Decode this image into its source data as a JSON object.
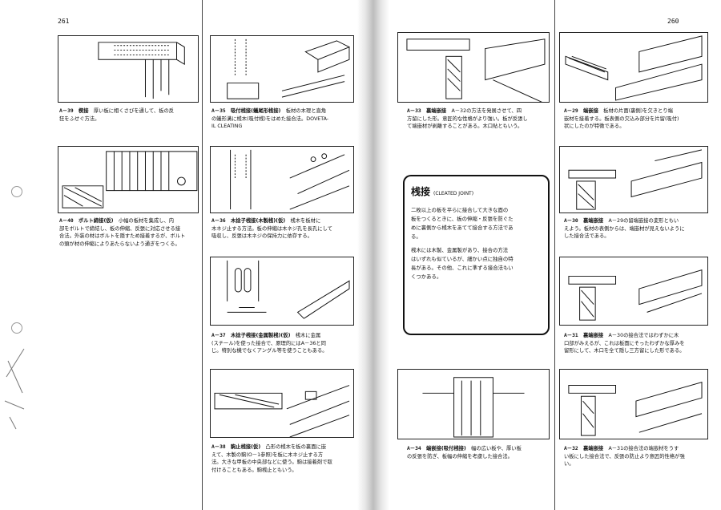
{
  "pages": {
    "left_number": "261",
    "right_number": "260"
  },
  "captions": {
    "a39": {
      "code": "A－39",
      "title": "楔接",
      "text": "厚い板に相くさびを通して、板の反\n狂をふせぐ方法。"
    },
    "a40": {
      "code": "A－40",
      "title": "ボルト締接(仮)",
      "text": "小幅の板材を集成し、内\n部をボルトで締結し、板の伸縮、反張に対応させる接\n合法。外装の材はボルトを隠すため接着するが、ボルト\nの頭が材の伸縮によりあたらないよう通ぎをつくる。"
    },
    "a35": {
      "code": "A－35",
      "title": "吸付桟接(蟻尾形桟接)",
      "text": "板材の木理と直角\nの蟻形溝に桟木(吸付桟)をはめた接合法。DOVETA-\nIL CLEATING"
    },
    "a36": {
      "code": "A－36",
      "title": "木捻子桟接(木製桟)(仮)",
      "text": "桟木を板材に\n木ネジ止する方法。板の伸縮は木ネジ孔を長孔にして\n吸収し、反張は木ネジの保持力に依存する。"
    },
    "a37": {
      "code": "A－37",
      "title": "木捻子桟接(金属製桟)(仮)",
      "text": "桟木に金属\n(スチール)を使った接合で、原理的にはA－36と同\nじ。特別な機でなくアングル等を使うこともある。"
    },
    "a38": {
      "code": "A－38",
      "title": "駒止桟接(仮)",
      "text": "凸形の桟木を板の裏面に嵌\nえて、木製の駒(O－1参照)を板に木ネジ止する方\n法。大きな甲板の中央部などに使う。駒は接着剤で取\n付けることもある。駒桟止ともいう。"
    },
    "a33": {
      "code": "A－33",
      "title": "裏端嵌接",
      "text": "A－32の方法を発展させて、四\n方留にした形。意匠的な性格がより強い。板が反張し\nて端嵌材が剥離することがある。木口貼ともいう。"
    },
    "a29": {
      "code": "A－29",
      "title": "端嵌接",
      "text": "板材の片面(裏側)を欠きとり端\n嵌材を接着する。板表側の欠込み部分を片留(吸付)\n状にしたのが特徴である。"
    },
    "a30": {
      "code": "A－30",
      "title": "裏端嵌接",
      "text": "A－29の留端嵌接の変形ともい\nえよう。板材の表側からは、端嵌材が見えないように\nした接合法である。"
    },
    "a31": {
      "code": "A－31",
      "title": "裏端嵌接",
      "text": "A－30の接合法ではわずかに木\n口部がみえるが、これは板面にそったわずかな厚みを\n留形にして、木口を全て隠し三方留にした形である。"
    },
    "a34": {
      "code": "A－34",
      "title": "端嵌接(吸付桟接)",
      "text": "幅の広い板や、厚い板\nの反張を防ぎ、板幅の伸縮を考慮した接合法。"
    },
    "a32": {
      "code": "A－32",
      "title": "裏端嵌接",
      "text": "A－31の接合法の端嵌材をうす\nい板にした接合法で、反張の防止より意匠的性格が強\nい。"
    }
  },
  "feature": {
    "title": "桟接",
    "title_en": "(CLEATED JOINT)",
    "para1": "二枚以上の板を平らに接合して大きな面の\n板をつくるときに、板の伸縮・反張を防ぐた\nめに裏側から桟木をあてて接合する方法であ\nる。",
    "para2": "桟木には木製、金属製があり、接合の方法\nはいずれも似ているが、細かい点に独自の特\n長がある。その他、これに準ずる接合法もい\nくつかある。"
  }
}
